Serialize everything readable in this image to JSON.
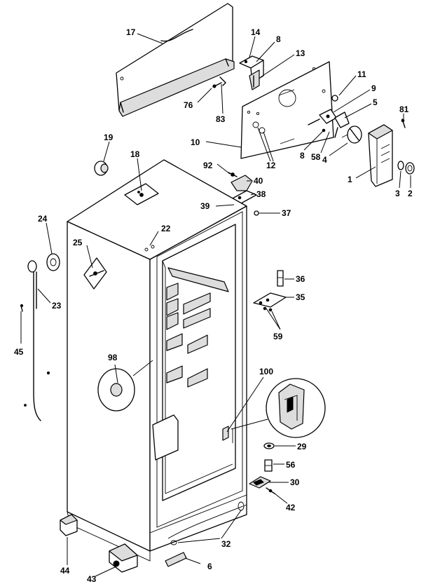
{
  "callouts": [
    {
      "id": "17",
      "text": "17"
    },
    {
      "id": "14",
      "text": "14"
    },
    {
      "id": "8a",
      "text": "8"
    },
    {
      "id": "13",
      "text": "13"
    },
    {
      "id": "11",
      "text": "11"
    },
    {
      "id": "9",
      "text": "9"
    },
    {
      "id": "76",
      "text": "76"
    },
    {
      "id": "83",
      "text": "83"
    },
    {
      "id": "5",
      "text": "5"
    },
    {
      "id": "81",
      "text": "81"
    },
    {
      "id": "19",
      "text": "19"
    },
    {
      "id": "10",
      "text": "10"
    },
    {
      "id": "8b",
      "text": "8"
    },
    {
      "id": "58",
      "text": "58"
    },
    {
      "id": "4",
      "text": "4"
    },
    {
      "id": "18",
      "text": "18"
    },
    {
      "id": "12",
      "text": "12"
    },
    {
      "id": "92",
      "text": "92"
    },
    {
      "id": "40",
      "text": "40"
    },
    {
      "id": "1",
      "text": "1"
    },
    {
      "id": "3",
      "text": "3"
    },
    {
      "id": "2",
      "text": "2"
    },
    {
      "id": "38",
      "text": "38"
    },
    {
      "id": "39",
      "text": "39"
    },
    {
      "id": "37",
      "text": "37"
    },
    {
      "id": "24",
      "text": "24"
    },
    {
      "id": "22",
      "text": "22"
    },
    {
      "id": "25",
      "text": "25"
    },
    {
      "id": "36",
      "text": "36"
    },
    {
      "id": "23",
      "text": "23"
    },
    {
      "id": "35",
      "text": "35"
    },
    {
      "id": "45",
      "text": "45"
    },
    {
      "id": "59",
      "text": "59"
    },
    {
      "id": "98",
      "text": "98"
    },
    {
      "id": "100",
      "text": "100"
    },
    {
      "id": "29",
      "text": "29"
    },
    {
      "id": "56",
      "text": "56"
    },
    {
      "id": "30",
      "text": "30"
    },
    {
      "id": "42",
      "text": "42"
    },
    {
      "id": "32",
      "text": "32"
    },
    {
      "id": "44",
      "text": "44"
    },
    {
      "id": "6",
      "text": "6"
    },
    {
      "id": "43",
      "text": "43"
    }
  ]
}
